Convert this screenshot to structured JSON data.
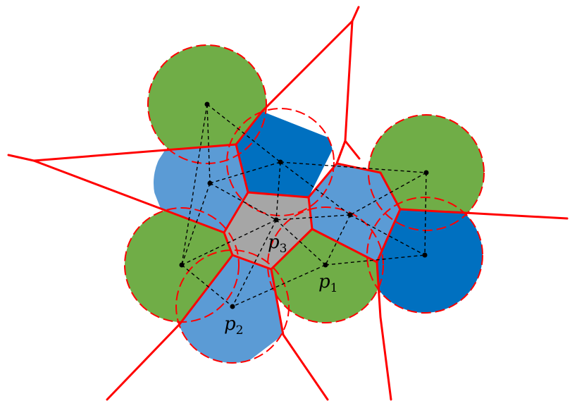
{
  "diagram": {
    "colors": {
      "green": "#70ad47",
      "blue_light": "#5b9bd5",
      "blue_dark": "#0070c0",
      "gray": "#a6a6a6",
      "edge": "#ff0000",
      "dash": "#000000"
    },
    "labels": [
      {
        "id": "p1",
        "base": "p",
        "sub": "1"
      },
      {
        "id": "p2",
        "base": "p",
        "sub": "2"
      },
      {
        "id": "p3",
        "base": "p",
        "sub": "3"
      }
    ]
  }
}
